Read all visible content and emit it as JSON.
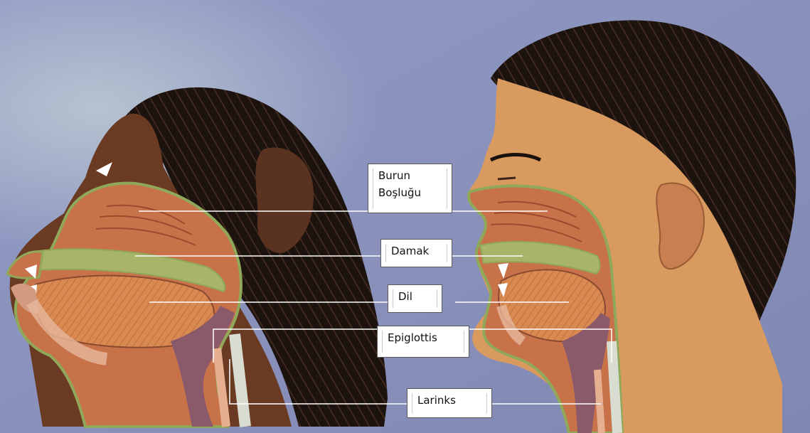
{
  "labels": {
    "burun": {
      "line1": "Burun",
      "line2": "Boşluğu"
    },
    "damak": "Damak",
    "dil": "Dil",
    "epiglottis": "Epiglottis",
    "larinks": "Larinks"
  },
  "colors": {
    "background": "#8d95be",
    "hair": "#1a120e",
    "skin_dark": "#6a3a22",
    "skin_light": "#d99a60",
    "tissue": "#c8724a",
    "green_outline": "#8fa85a",
    "tongue": "#d88a50",
    "leader_line": "#ffffff"
  }
}
